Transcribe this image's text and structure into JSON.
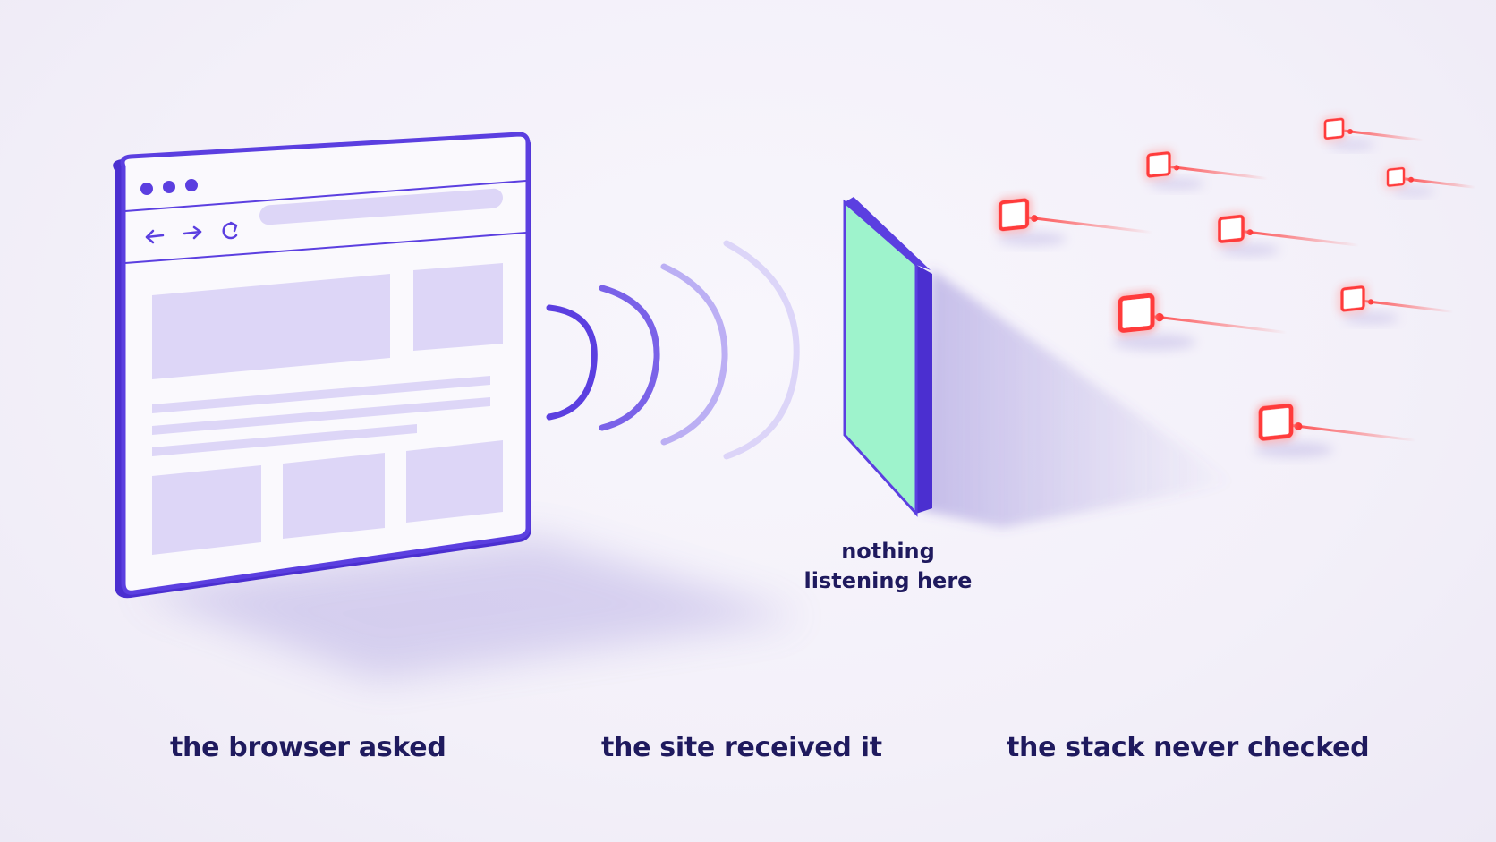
{
  "captions": {
    "browser": "the browser asked",
    "site": "the site received it",
    "stack": "the stack never checked"
  },
  "note": {
    "line1": "nothing",
    "line2": "listening here"
  },
  "icons": {
    "back": "arrow-left-icon",
    "forward": "arrow-right-icon",
    "reload": "reload-icon"
  },
  "colors": {
    "browser_frame": "#5b3fe0",
    "browser_panel": "#ddd6f7",
    "wave": "#5b3fe0",
    "wall_face": "#9ef3cc",
    "wall_edge": "#5b3fe0",
    "node_red": "#ff3b3b",
    "text": "#1f1a5e"
  }
}
